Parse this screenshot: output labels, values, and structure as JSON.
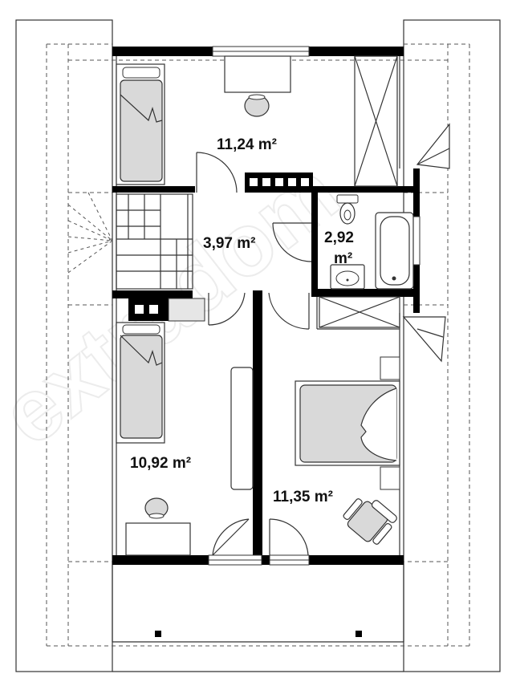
{
  "plan": {
    "rooms": [
      {
        "id": "bedroom-top",
        "area": "11,24 m²"
      },
      {
        "id": "hall",
        "area": "3,97 m²"
      },
      {
        "id": "bathroom",
        "area_line1": "2,92",
        "area_line2": "m²"
      },
      {
        "id": "bedroom-left",
        "area": "10,92 m²"
      },
      {
        "id": "bedroom-right",
        "area": "11,35 m²"
      }
    ],
    "watermark": "extradom"
  },
  "colors": {
    "wall": "#000000",
    "furniture_fill": "#d9d9d9",
    "line": "#333333",
    "dash": "#555555"
  }
}
